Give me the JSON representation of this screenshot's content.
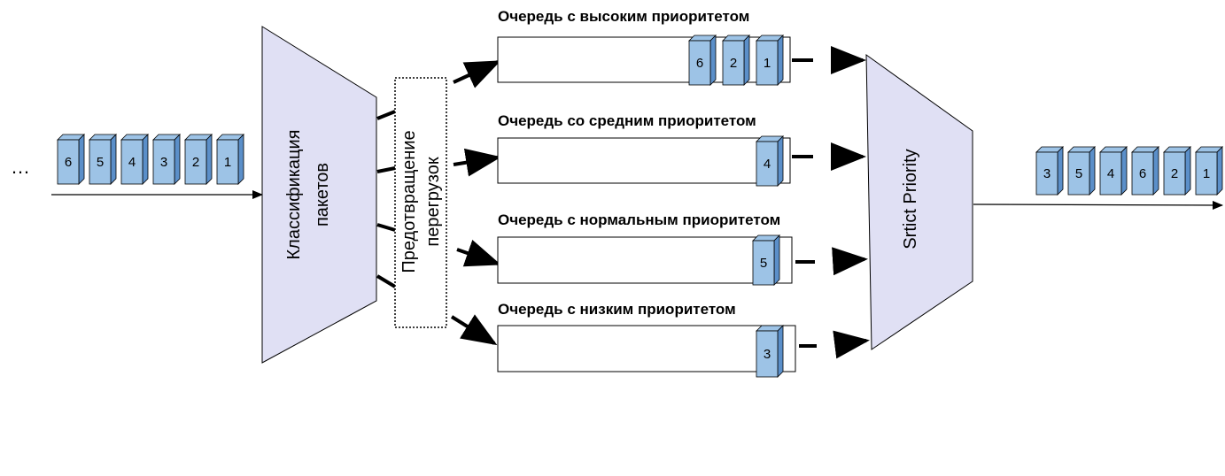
{
  "input": {
    "ellipsis": "…",
    "packets": [
      "6",
      "5",
      "4",
      "3",
      "2",
      "1"
    ]
  },
  "classifier": {
    "line1": "Классификация",
    "line2": "пакетов"
  },
  "congestion": {
    "line1": "Предотвращение",
    "line2": "перегрузок"
  },
  "queues": [
    {
      "title": "Очередь с высоким приоритетом",
      "packets": [
        "6",
        "2",
        "1"
      ]
    },
    {
      "title": "Очередь со средним приоритетом",
      "packets": [
        "4"
      ]
    },
    {
      "title": "Очередь с нормальным приоритетом",
      "packets": [
        "5"
      ]
    },
    {
      "title": "Очередь с низким приоритетом",
      "packets": [
        "3"
      ]
    }
  ],
  "scheduler": {
    "label": "Srtict Priority"
  },
  "output": {
    "packets": [
      "3",
      "5",
      "4",
      "6",
      "2",
      "1"
    ]
  },
  "colors": {
    "packet_front": "#9dc3e6",
    "packet_side": "#5b8fc9",
    "trapezoid": "#e0e0f4"
  }
}
